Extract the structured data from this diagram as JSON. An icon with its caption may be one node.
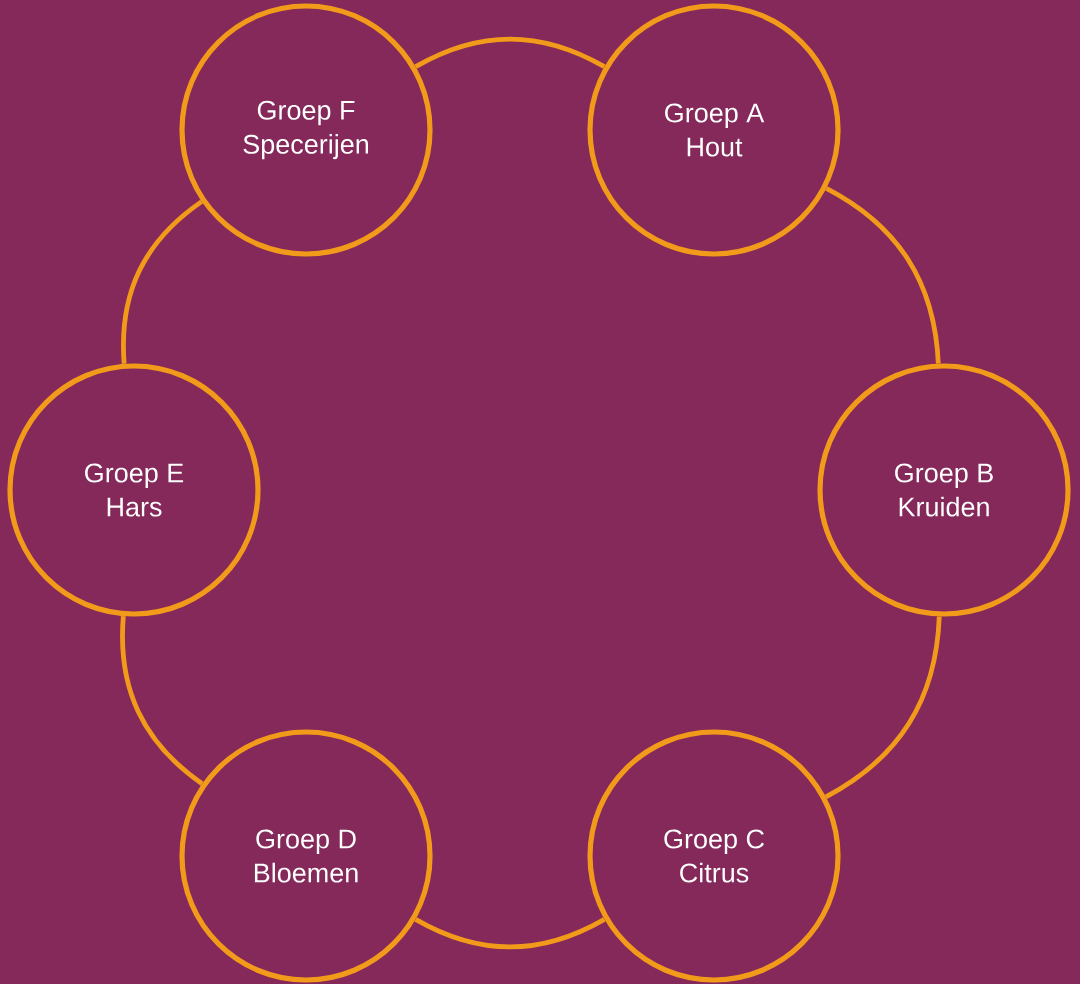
{
  "diagram": {
    "nodes": [
      {
        "text": [
          "Groep A",
          "Hout"
        ]
      },
      {
        "text": [
          "Groep B",
          "Kruiden"
        ]
      },
      {
        "text": [
          "Groep C",
          "Citrus"
        ]
      },
      {
        "text": [
          "Groep D",
          "Bloemen"
        ]
      },
      {
        "text": [
          "Groep E",
          "Hars"
        ]
      },
      {
        "text": [
          "Groep F",
          "Specerijen"
        ]
      }
    ],
    "edges": [
      {
        "from": 0,
        "to": 1,
        "arrow": "none"
      },
      {
        "from": 1,
        "to": 2,
        "arrow": "none"
      },
      {
        "from": 2,
        "to": 3,
        "arrow": "none"
      },
      {
        "from": 3,
        "to": 4,
        "arrow": "none"
      },
      {
        "from": 4,
        "to": 5,
        "arrow": "none"
      },
      {
        "from": 5,
        "to": 0,
        "arrow": "none"
      }
    ]
  }
}
